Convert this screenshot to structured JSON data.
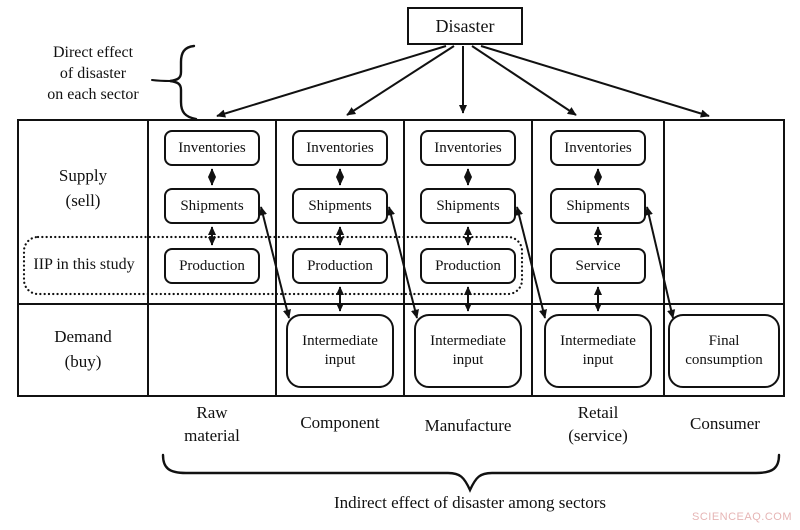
{
  "colors": {
    "line": "#111111",
    "watermark_pink": "#e6b5b5",
    "background": "#ffffff"
  },
  "disaster": {
    "label": "Disaster"
  },
  "annotations": {
    "direct_effect_lines": [
      "Direct effect",
      "of disaster",
      "on each sector"
    ],
    "indirect_effect": "Indirect effect of disaster among sectors",
    "watermark": "SCIENCEAQ.COM"
  },
  "row_labels": {
    "supply_lines": [
      "Supply",
      "(sell)"
    ],
    "iip": "IIP in this study",
    "demand_lines": [
      "Demand",
      "(buy)"
    ]
  },
  "sectors": [
    {
      "label_lines": [
        "Raw",
        "material"
      ],
      "inventories": "Inventories",
      "shipments": "Shipments",
      "production": "Production"
    },
    {
      "label_lines": [
        "Component"
      ],
      "inventories": "Inventories",
      "shipments": "Shipments",
      "production": "Production",
      "demand_lines": [
        "Intermediate",
        "input"
      ]
    },
    {
      "label_lines": [
        "Manufacture"
      ],
      "inventories": "Inventories",
      "shipments": "Shipments",
      "production": "Production",
      "demand_lines": [
        "Intermediate",
        "input"
      ]
    },
    {
      "label_lines": [
        "Retail",
        "(service)"
      ],
      "inventories": "Inventories",
      "shipments": "Shipments",
      "production": "Service",
      "demand_lines": [
        "Intermediate",
        "input"
      ]
    },
    {
      "label_lines": [
        "Consumer"
      ],
      "demand_lines": [
        "Final",
        "consumption"
      ]
    }
  ]
}
